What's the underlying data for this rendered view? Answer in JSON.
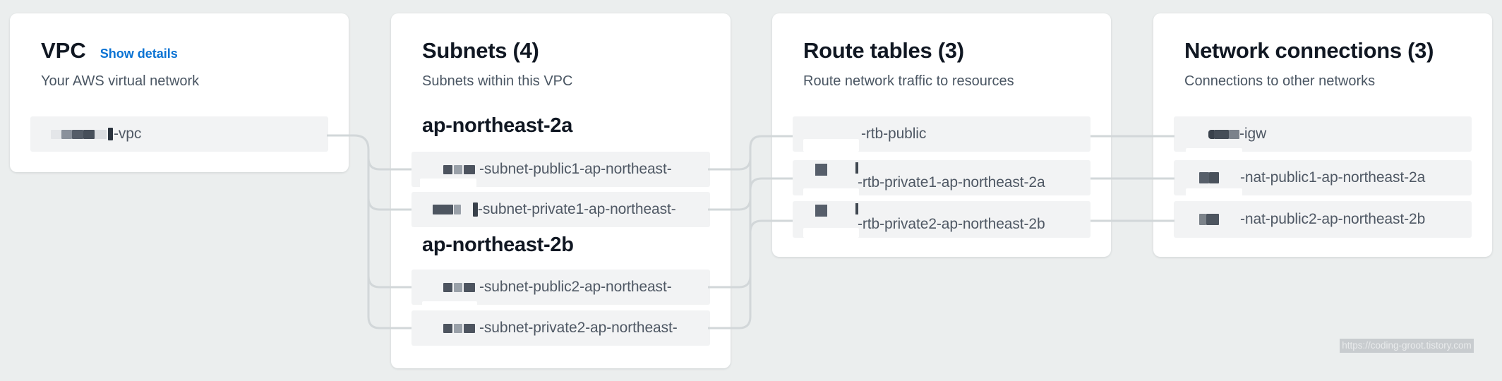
{
  "colors": {
    "page_bg": "#ebeeee",
    "card_bg": "#ffffff",
    "row_bg": "#f2f3f4",
    "connector_line": "#d2d7d9",
    "title_text": "#101722",
    "subtitle_text": "#4a5663",
    "row_text": "#4f5864",
    "link_accent": "#0972d3"
  },
  "cards": {
    "vpc": {
      "title": "VPC",
      "link": "Show details",
      "subtitle": "Your AWS virtual network",
      "item": {
        "label": "-vpc"
      }
    },
    "subnets": {
      "title": "Subnets (4)",
      "subtitle": "Subnets within this VPC",
      "group_a": {
        "heading": "ap-northeast-2a",
        "items": {
          "public1": "-subnet-public1-ap-northeast-",
          "private1": "-subnet-private1-ap-northeast-"
        }
      },
      "group_b": {
        "heading": "ap-northeast-2b",
        "items": {
          "public2": "-subnet-public2-ap-northeast-",
          "private2": "-subnet-private2-ap-northeast-"
        }
      }
    },
    "route_tables": {
      "title": "Route tables (3)",
      "subtitle": "Route network traffic to resources",
      "items": {
        "public": "-rtb-public",
        "private1": "-rtb-private1-ap-northeast-2a",
        "private2": "-rtb-private2-ap-northeast-2b"
      }
    },
    "network_connections": {
      "title": "Network connections (3)",
      "subtitle": "Connections to other networks",
      "items": {
        "igw": "-igw",
        "nat1": "-nat-public1-ap-northeast-2a",
        "nat2": "-nat-public2-ap-northeast-2b"
      }
    }
  },
  "watermark": {
    "text": "https://coding-groot.tistory.com"
  }
}
